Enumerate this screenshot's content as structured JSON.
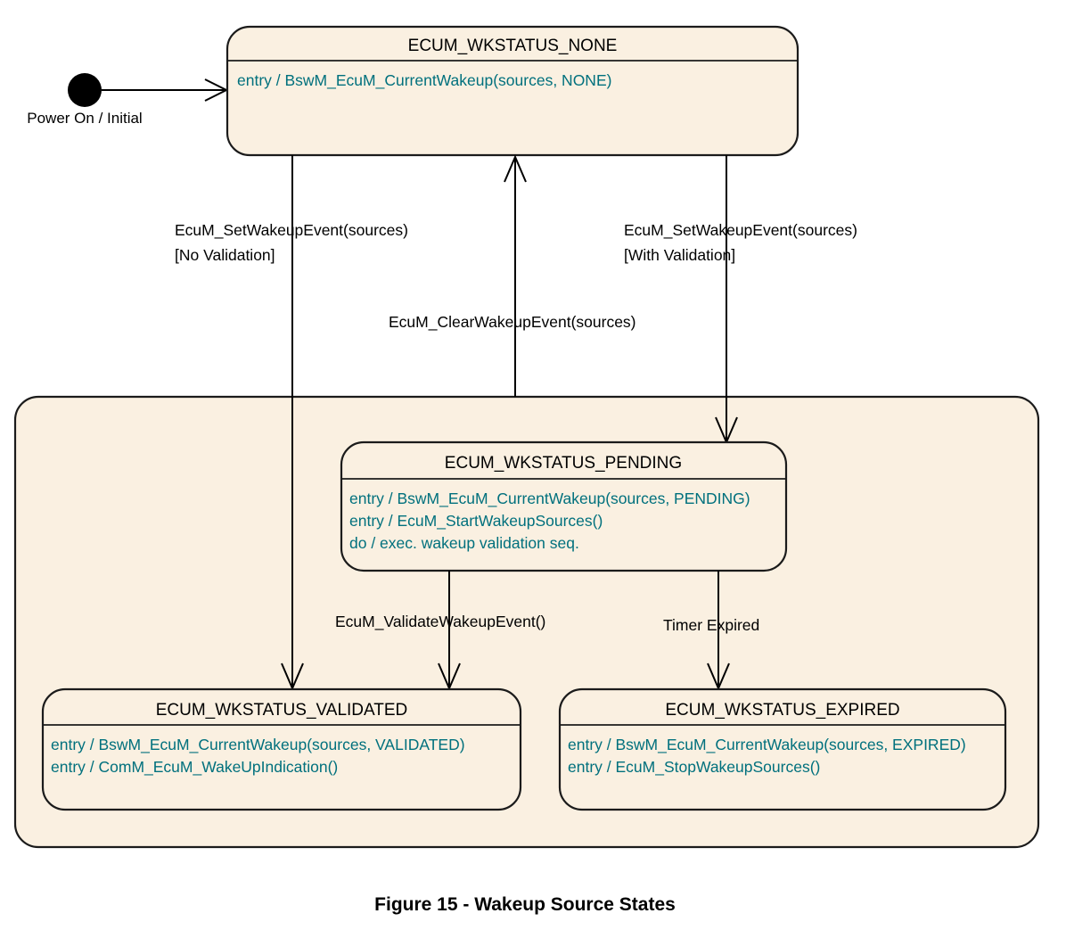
{
  "figure": {
    "caption": "Figure 15 - Wakeup Source States"
  },
  "colors": {
    "state_fill": "#faf0e1",
    "state_border": "#1b1b1b",
    "body_text": "#00707d",
    "title_text": "#000000",
    "edge": "#000000",
    "page_background": "#ffffff"
  },
  "initial": {
    "label": "Power On / Initial",
    "marker": "filled-circle"
  },
  "states": {
    "none": {
      "title": "ECUM_WKSTATUS_NONE",
      "body": [
        "entry / BswM_EcuM_CurrentWakeup(sources, NONE)"
      ]
    },
    "pending": {
      "title": "ECUM_WKSTATUS_PENDING",
      "body": [
        "entry / BswM_EcuM_CurrentWakeup(sources, PENDING)",
        "entry / EcuM_StartWakeupSources()",
        "do / exec. wakeup validation seq."
      ]
    },
    "validated": {
      "title": "ECUM_WKSTATUS_VALIDATED",
      "body": [
        "entry / BswM_EcuM_CurrentWakeup(sources, VALIDATED)",
        "entry / ComM_EcuM_WakeUpIndication()"
      ]
    },
    "expired": {
      "title": "ECUM_WKSTATUS_EXPIRED",
      "body": [
        "entry / BswM_EcuM_CurrentWakeup(sources, EXPIRED)",
        "entry / EcuM_StopWakeupSources()"
      ]
    }
  },
  "transitions": {
    "none_to_validated": {
      "trigger": "EcuM_SetWakeupEvent(sources)",
      "guard": "[No Validation]",
      "from": "ECUM_WKSTATUS_NONE",
      "to": "ECUM_WKSTATUS_VALIDATED"
    },
    "none_to_pending": {
      "trigger": "EcuM_SetWakeupEvent(sources)",
      "guard": "[With Validation]",
      "from": "ECUM_WKSTATUS_NONE",
      "to": "ECUM_WKSTATUS_PENDING"
    },
    "region_to_none": {
      "trigger": "EcuM_ClearWakeupEvent(sources)",
      "guard": "",
      "from": "wakeup-region",
      "to": "ECUM_WKSTATUS_NONE"
    },
    "pending_to_validated": {
      "trigger": "EcuM_ValidateWakeupEvent()",
      "guard": "",
      "from": "ECUM_WKSTATUS_PENDING",
      "to": "ECUM_WKSTATUS_VALIDATED"
    },
    "pending_to_expired": {
      "trigger": "Timer Expired",
      "guard": "",
      "from": "ECUM_WKSTATUS_PENDING",
      "to": "ECUM_WKSTATUS_EXPIRED"
    }
  }
}
